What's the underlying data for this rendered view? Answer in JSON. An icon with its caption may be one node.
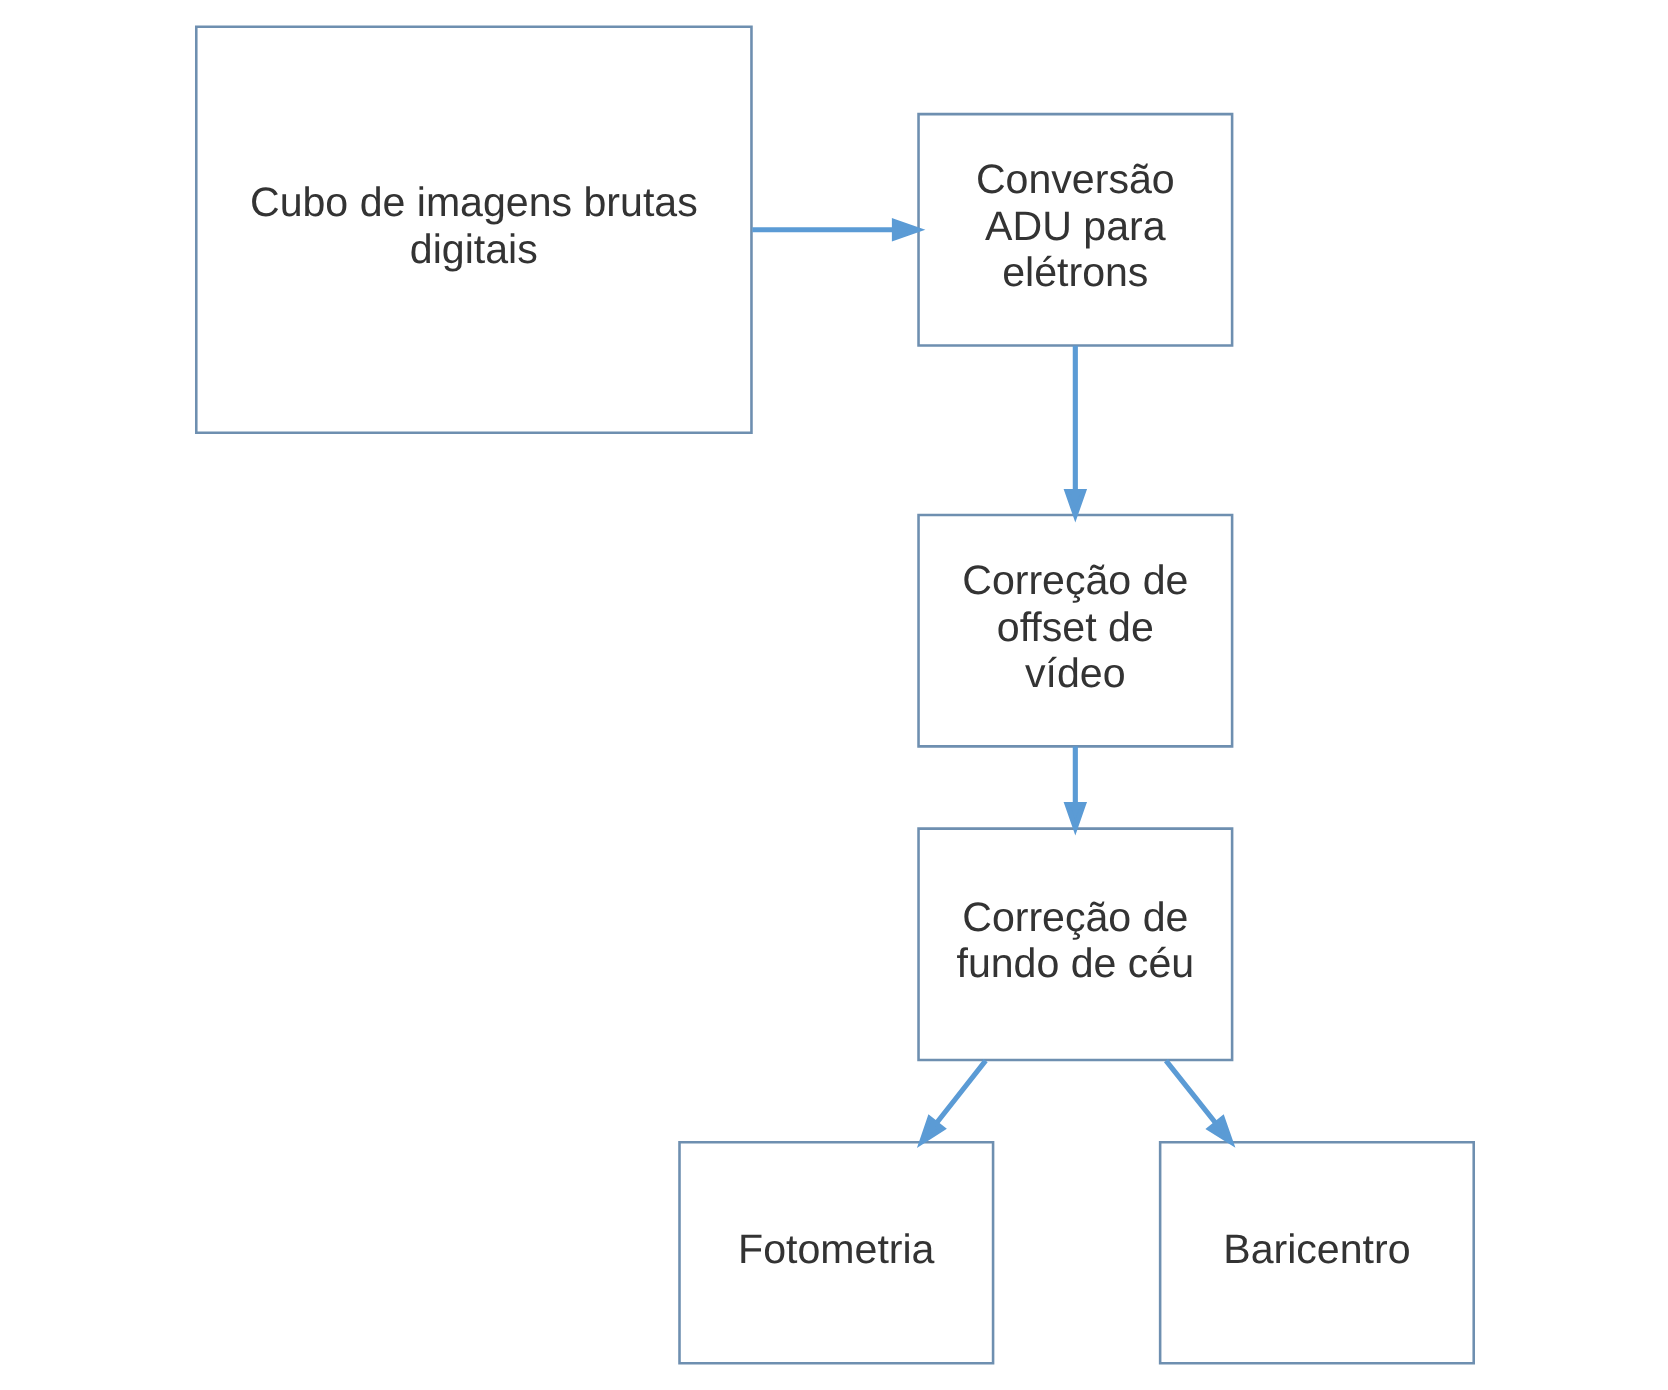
{
  "diagram": {
    "nodes": [
      {
        "text": [
          "Cubo de imagens brutas digitais"
        ]
      },
      {
        "text": [
          "Conversão ADU para elétrons"
        ]
      },
      {
        "text": [
          "Correção de offset de vídeo"
        ]
      },
      {
        "text": [
          "Correção de fundo de céu"
        ]
      },
      {
        "text": [
          "Fotometria"
        ]
      },
      {
        "text": [
          "Baricentro"
        ]
      }
    ],
    "edges": [
      {
        "from": 0,
        "to": 1,
        "arrow": "to"
      },
      {
        "from": 1,
        "to": 2,
        "arrow": "to"
      },
      {
        "from": 2,
        "to": 3,
        "arrow": "to"
      },
      {
        "from": 3,
        "to": 4,
        "arrow": "to"
      },
      {
        "from": 3,
        "to": 5,
        "arrow": "to"
      }
    ]
  }
}
